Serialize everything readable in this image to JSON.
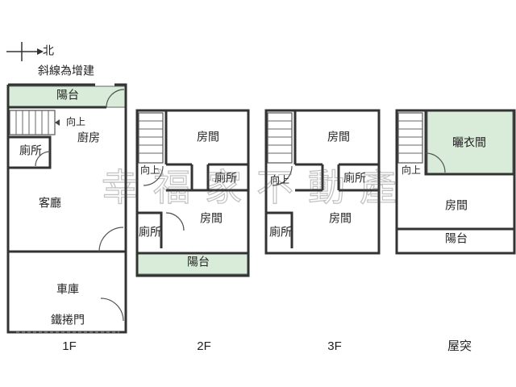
{
  "legend": {
    "north_symbol": "北",
    "note": "斜線為增建"
  },
  "watermark": "幸福家不動產",
  "floors": [
    {
      "id": "1F",
      "label": "1F",
      "rooms": [
        "陽台",
        "向上",
        "廚房",
        "廁所",
        "客廳",
        "車庫",
        "鐵捲門"
      ]
    },
    {
      "id": "2F",
      "label": "2F",
      "rooms": [
        "向上",
        "房間",
        "廁所",
        "廁所",
        "房間",
        "陽台"
      ]
    },
    {
      "id": "3F",
      "label": "3F",
      "rooms": [
        "向上",
        "房間",
        "廁所",
        "廁所",
        "房間"
      ]
    },
    {
      "id": "roof",
      "label": "屋突",
      "rooms": [
        "向上",
        "曬衣間",
        "房間",
        "陽台"
      ]
    }
  ],
  "colors": {
    "wall": "#333333",
    "hatch": "#d9ecd9",
    "background": "#ffffff"
  }
}
